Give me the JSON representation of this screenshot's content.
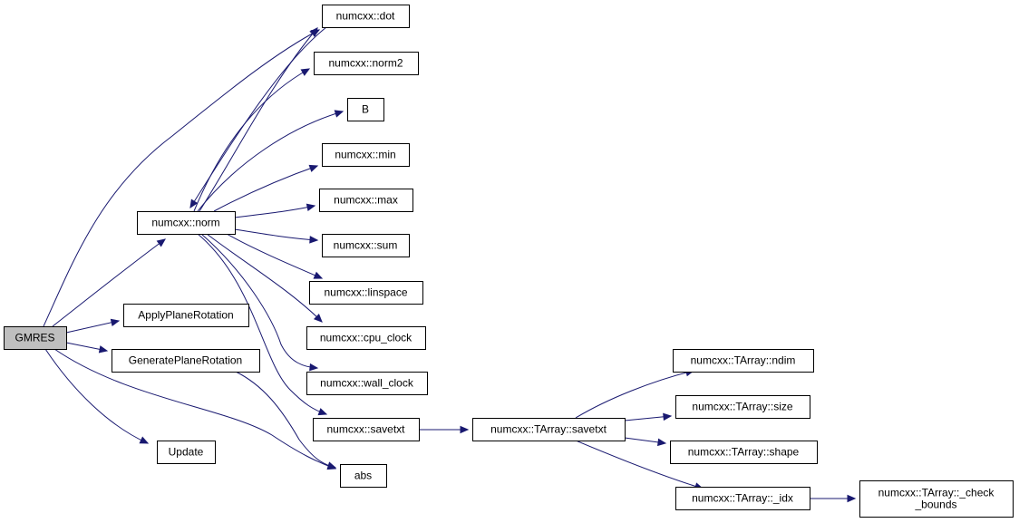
{
  "colors": {
    "edge": "#191970",
    "node_border": "#000000",
    "node_fill": "#ffffff",
    "root_fill": "#bfbfbf"
  },
  "nodes": [
    {
      "id": "gmres",
      "label": [
        "GMRES"
      ],
      "root": true
    },
    {
      "id": "dot",
      "label": [
        "numcxx::dot"
      ]
    },
    {
      "id": "norm2",
      "label": [
        "numcxx::norm2"
      ]
    },
    {
      "id": "b",
      "label": [
        "B"
      ]
    },
    {
      "id": "min",
      "label": [
        "numcxx::min"
      ]
    },
    {
      "id": "max",
      "label": [
        "numcxx::max"
      ]
    },
    {
      "id": "norm",
      "label": [
        "numcxx::norm"
      ]
    },
    {
      "id": "sum",
      "label": [
        "numcxx::sum"
      ]
    },
    {
      "id": "linspace",
      "label": [
        "numcxx::linspace"
      ]
    },
    {
      "id": "applyplanerotation",
      "label": [
        "ApplyPlaneRotation"
      ]
    },
    {
      "id": "cpu_clock",
      "label": [
        "numcxx::cpu_clock"
      ]
    },
    {
      "id": "generateplanerotation",
      "label": [
        "GeneratePlaneRotation"
      ]
    },
    {
      "id": "wall_clock",
      "label": [
        "numcxx::wall_clock"
      ]
    },
    {
      "id": "savetxt",
      "label": [
        "numcxx::savetxt"
      ]
    },
    {
      "id": "update",
      "label": [
        "Update"
      ]
    },
    {
      "id": "abs",
      "label": [
        "abs"
      ]
    },
    {
      "id": "tarray_ndim",
      "label": [
        "numcxx::TArray::ndim"
      ]
    },
    {
      "id": "tarray_size",
      "label": [
        "numcxx::TArray::size"
      ]
    },
    {
      "id": "tarray_savetxt",
      "label": [
        "numcxx::TArray::savetxt"
      ]
    },
    {
      "id": "tarray_shape",
      "label": [
        "numcxx::TArray::shape"
      ]
    },
    {
      "id": "tarray_idx",
      "label": [
        "numcxx::TArray::_idx"
      ]
    },
    {
      "id": "tarray_check_bounds",
      "label": [
        "numcxx::TArray::_check",
        "_bounds"
      ]
    }
  ],
  "edges": [
    {
      "from": "gmres",
      "to": "dot"
    },
    {
      "from": "gmres",
      "to": "norm"
    },
    {
      "from": "gmres",
      "to": "applyplanerotation"
    },
    {
      "from": "gmres",
      "to": "generateplanerotation"
    },
    {
      "from": "gmres",
      "to": "update"
    },
    {
      "from": "gmres",
      "to": "abs"
    },
    {
      "from": "norm",
      "to": "dot"
    },
    {
      "from": "norm",
      "to": "norm2"
    },
    {
      "from": "norm",
      "to": "b"
    },
    {
      "from": "norm",
      "to": "min"
    },
    {
      "from": "norm",
      "to": "max"
    },
    {
      "from": "norm",
      "to": "sum"
    },
    {
      "from": "norm",
      "to": "linspace"
    },
    {
      "from": "norm",
      "to": "cpu_clock"
    },
    {
      "from": "norm",
      "to": "wall_clock"
    },
    {
      "from": "norm",
      "to": "savetxt"
    },
    {
      "from": "dot",
      "to": "norm"
    },
    {
      "from": "generateplanerotation",
      "to": "abs"
    },
    {
      "from": "savetxt",
      "to": "tarray_savetxt"
    },
    {
      "from": "tarray_savetxt",
      "to": "tarray_ndim"
    },
    {
      "from": "tarray_savetxt",
      "to": "tarray_size"
    },
    {
      "from": "tarray_savetxt",
      "to": "tarray_shape"
    },
    {
      "from": "tarray_savetxt",
      "to": "tarray_idx"
    },
    {
      "from": "tarray_idx",
      "to": "tarray_check_bounds"
    }
  ]
}
